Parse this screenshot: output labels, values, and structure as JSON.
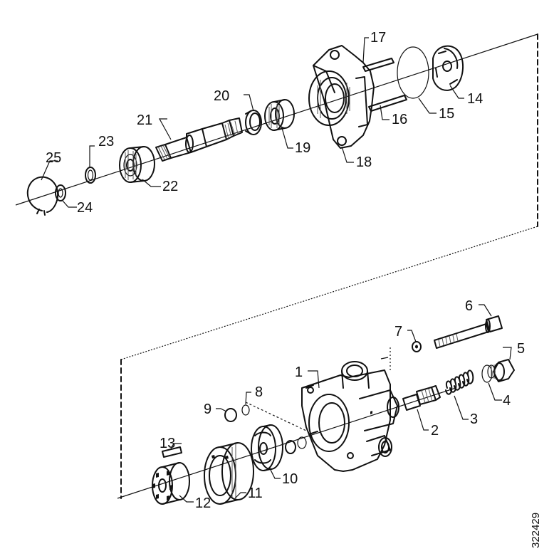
{
  "callouts": {
    "p1": "1",
    "p2": "2",
    "p3": "3",
    "p4": "4",
    "p5": "5",
    "p6": "6",
    "p7": "7",
    "p8": "8",
    "p9": "9",
    "p10": "10",
    "p11": "11",
    "p12": "12",
    "p13": "13",
    "p14": "14",
    "p15": "15",
    "p16": "16",
    "p17": "17",
    "p18": "18",
    "p19": "19",
    "p20": "20",
    "p21": "21",
    "p22": "22",
    "p23": "23",
    "p24": "24",
    "p25": "25"
  },
  "document_number": "322429"
}
